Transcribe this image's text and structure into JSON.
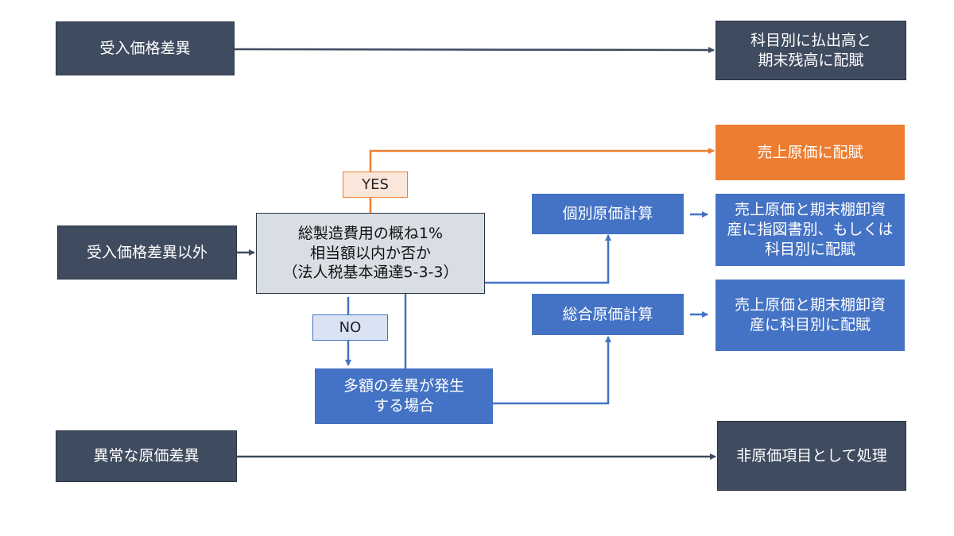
{
  "nodes": {
    "variance": "受入価格差異",
    "allocate_issue": "科目別に払出高と\n期末残高に配賦",
    "other_variance": "受入価格差異以外",
    "decision": "総製造費用の概ね1%\n相当額以内か否か\n（法人税基本通達5-3-3）",
    "cogs": "売上原価に配賦",
    "job_costing": "個別原価計算",
    "job_result": "売上原価と期末棚卸資\n産に指図書別、もしくは\n科目別に配賦",
    "process_costing": "総合原価計算",
    "process_result": "売上原価と期末棚卸資\n産に科目別に配賦",
    "large_variance": "多額の差異が発生\nする場合",
    "abnormal": "異常な原価差異",
    "non_cost": "非原価項目として処理"
  },
  "labels": {
    "yes": "YES",
    "no": "NO"
  },
  "colors": {
    "dark": "#3f4b5f",
    "blue": "#4472c4",
    "orange": "#ed7d31",
    "grey": "#d9dde4"
  }
}
